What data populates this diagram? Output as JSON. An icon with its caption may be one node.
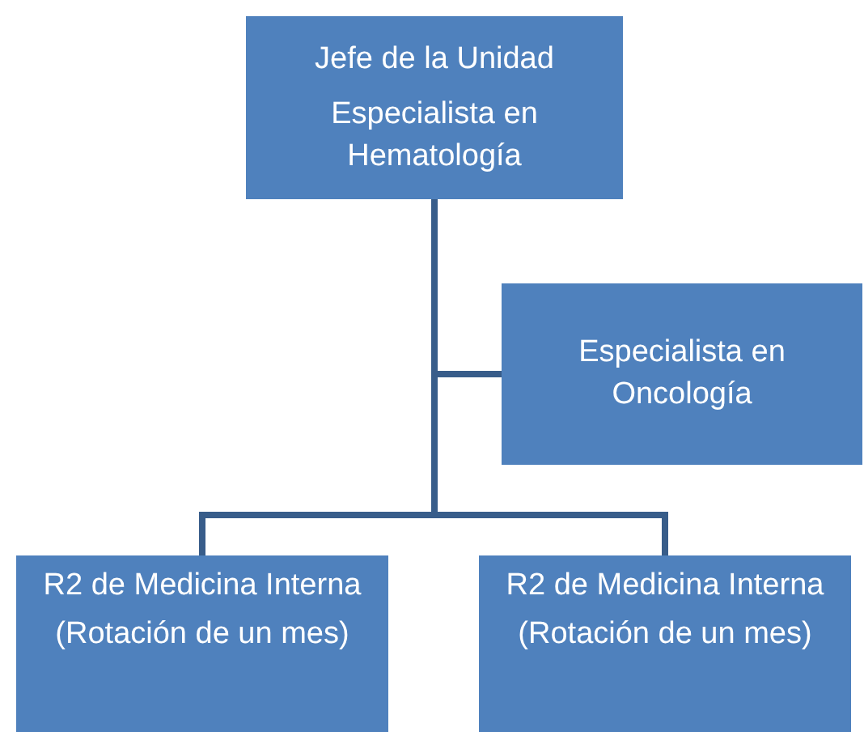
{
  "diagram": {
    "nodes": [
      {
        "text": [
          "Jefe de la Unidad",
          "Especialista en Hematología"
        ]
      },
      {
        "text": [
          "Especialista en Oncología"
        ]
      },
      {
        "text": [
          "R2 de Medicina Interna",
          "(Rotación de un mes)"
        ]
      },
      {
        "text": [
          "R2 de Medicina Interna",
          "(Rotación de un mes)"
        ]
      }
    ],
    "edges": [
      {
        "from": 0,
        "to": 1,
        "arrow": "none"
      },
      {
        "from": 0,
        "to": 2,
        "arrow": "none"
      },
      {
        "from": 0,
        "to": 3,
        "arrow": "none"
      }
    ]
  }
}
